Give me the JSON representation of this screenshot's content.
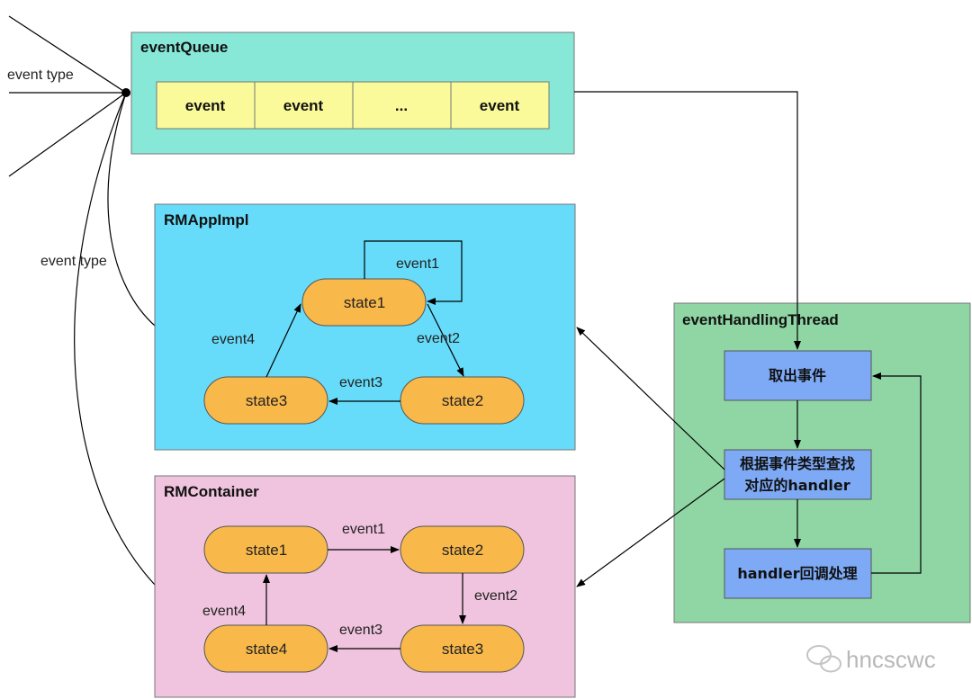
{
  "input_label": "event type",
  "curve_label": "event type",
  "event_queue": {
    "title": "eventQueue",
    "cells": [
      "event",
      "event",
      "...",
      "event"
    ]
  },
  "rm_app_impl": {
    "title": "RMAppImpl",
    "states": [
      "state1",
      "state2",
      "state3"
    ],
    "events": [
      "event1",
      "event2",
      "event3",
      "event4"
    ]
  },
  "rm_container": {
    "title": "RMContainer",
    "states": [
      "state1",
      "state2",
      "state3",
      "state4"
    ],
    "events": [
      "event1",
      "event2",
      "event3",
      "event4"
    ]
  },
  "handling_thread": {
    "title": "eventHandlingThread",
    "steps": {
      "fetch": "取出事件",
      "lookup_line1": "根据事件类型查找",
      "lookup_line2": "对应的handler",
      "callback": "handler回调处理"
    }
  },
  "watermark": "hncscwc",
  "colors": {
    "queue_bg": "#88e8d8",
    "queue_cell": "#fafa9a",
    "app_bg": "#66dcfa",
    "container_bg": "#f0c4de",
    "thread_bg": "#8fd6a4",
    "step_bg": "#7da9f5",
    "state_fill": "#f9b84a"
  }
}
